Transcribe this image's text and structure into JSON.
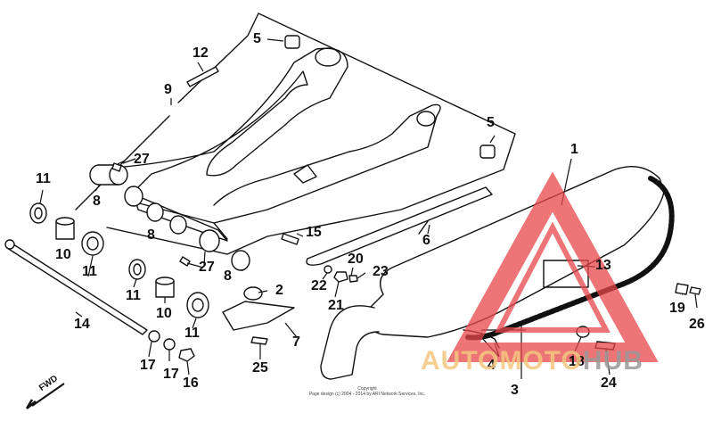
{
  "diagram": {
    "callouts": [
      {
        "id": "1",
        "label": "1"
      },
      {
        "id": "2",
        "label": "2"
      },
      {
        "id": "3",
        "label": "3"
      },
      {
        "id": "4",
        "label": "4"
      },
      {
        "id": "5a",
        "label": "5"
      },
      {
        "id": "5b",
        "label": "5"
      },
      {
        "id": "6",
        "label": "6"
      },
      {
        "id": "7",
        "label": "7"
      },
      {
        "id": "8a",
        "label": "8"
      },
      {
        "id": "8b",
        "label": "8"
      },
      {
        "id": "8c",
        "label": "8"
      },
      {
        "id": "9",
        "label": "9"
      },
      {
        "id": "10a",
        "label": "10"
      },
      {
        "id": "10b",
        "label": "10"
      },
      {
        "id": "11a",
        "label": "11"
      },
      {
        "id": "11b",
        "label": "11"
      },
      {
        "id": "11c",
        "label": "11"
      },
      {
        "id": "11d",
        "label": "11"
      },
      {
        "id": "12",
        "label": "12"
      },
      {
        "id": "13",
        "label": "13"
      },
      {
        "id": "14",
        "label": "14"
      },
      {
        "id": "15",
        "label": "15"
      },
      {
        "id": "16",
        "label": "16"
      },
      {
        "id": "17a",
        "label": "17"
      },
      {
        "id": "17b",
        "label": "17"
      },
      {
        "id": "18",
        "label": "18"
      },
      {
        "id": "19",
        "label": "19"
      },
      {
        "id": "20",
        "label": "20"
      },
      {
        "id": "21",
        "label": "21"
      },
      {
        "id": "22",
        "label": "22"
      },
      {
        "id": "23",
        "label": "23"
      },
      {
        "id": "24",
        "label": "24"
      },
      {
        "id": "25",
        "label": "25"
      },
      {
        "id": "26",
        "label": "26"
      },
      {
        "id": "27a",
        "label": "27"
      },
      {
        "id": "27b",
        "label": "27"
      }
    ],
    "fwd_label": "FWD",
    "copyright_line1": "Copyright",
    "copyright_line2": "Page design (c) 2004 - 2014 by ARI Network Services, Inc.",
    "watermark_main": "AUTOMOTO",
    "watermark_hub": "HUB",
    "colors": {
      "line": "#111111",
      "watermark_red": "#e8474a",
      "watermark_orange": "#f4c77e",
      "watermark_gray": "#9a9a9a"
    }
  }
}
